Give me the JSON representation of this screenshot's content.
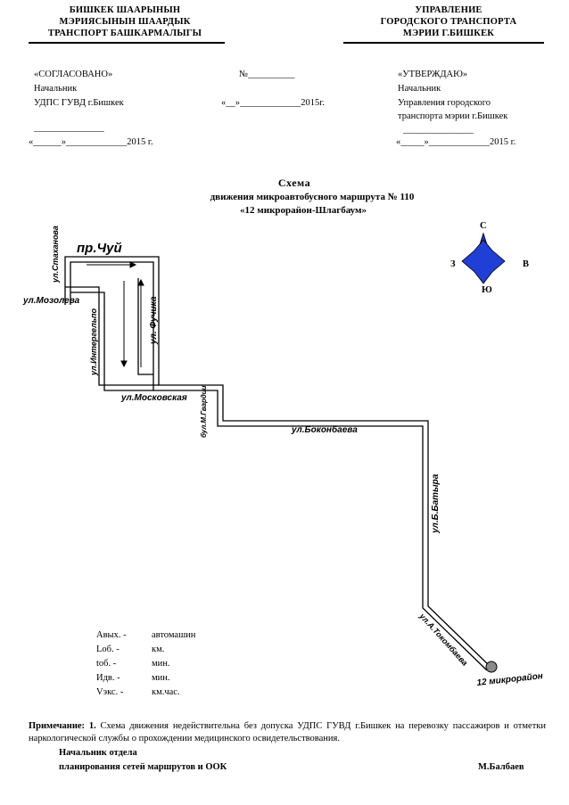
{
  "header": {
    "left": [
      "БИШКЕК ШААРЫНЫН",
      "МЭРИЯСЫНЫН ШААРДЫК",
      "ТРАНСПОРТ БАШКАРМАЛЫГЫ"
    ],
    "right": [
      "УПРАВЛЕНИЕ",
      "ГОРОДСКОГО ТРАНСПОРТА",
      "МЭРИИ Г.БИШКЕК"
    ]
  },
  "approval": {
    "left": [
      "«СОГЛАСОВАНО»",
      "Начальник",
      "УДПС ГУВД г.Бишкек"
    ],
    "left_sign": "_______________",
    "left_date": "«______»_____________2015 г.",
    "middle_number": "№__________",
    "middle_date": "«__»_____________2015г.",
    "right": [
      "«УТВЕРЖДАЮ»",
      "Начальник",
      "Управления городского",
      "транспорта мэрии г.Бишкек"
    ],
    "right_sign": "_______________",
    "right_date": "«_____»_____________2015 г."
  },
  "title": {
    "line1": "Схема",
    "line2": "движения микроавтобусного маршрута № 110",
    "line3": "«12 микрорайон-Шлагбаум»"
  },
  "compass": {
    "n": "С",
    "s": "Ю",
    "w": "З",
    "e": "В",
    "color": "#1f3fd6"
  },
  "map": {
    "streets": {
      "chuy": "пр.Чуй",
      "stakhanova": "ул.Стаханова",
      "mozoleva": "ул.Мозолева",
      "internatsionalnaya": "ул.Интергельпо",
      "fuchika": "ул. Фучика",
      "moskovskaya": "ул.Московская",
      "gerrdy": "бул.М.Гвардии",
      "bokonbaeva": "ул.Боконбаева",
      "batyra": "ул.Б.Батыра",
      "tokombaeva": "ул.А.Токомбаева",
      "micro12": "12 микрорайон"
    },
    "endpoint_color": "#8a8a8a"
  },
  "stats": [
    {
      "label": "Авых. -",
      "value": "автомашин"
    },
    {
      "label": "Lоб. -",
      "value": "км."
    },
    {
      "label": "tоб. -",
      "value": "мин."
    },
    {
      "label": "Идв. -",
      "value": "мин."
    },
    {
      "label": "Vэкс. -",
      "value": "км.час."
    }
  ],
  "note": {
    "prefix": "Примечание: 1.",
    "text": "Схема движения недействительна без допуска УДПС ГУВД г.Бишкек на перевозку пассажиров и отметки наркологической службы о прохождении медицинского освидетельствования."
  },
  "footer": {
    "line1": "Начальник отдела",
    "line2": "планирования сетей маршрутов и ООК",
    "signer": "М.Балбаев"
  }
}
